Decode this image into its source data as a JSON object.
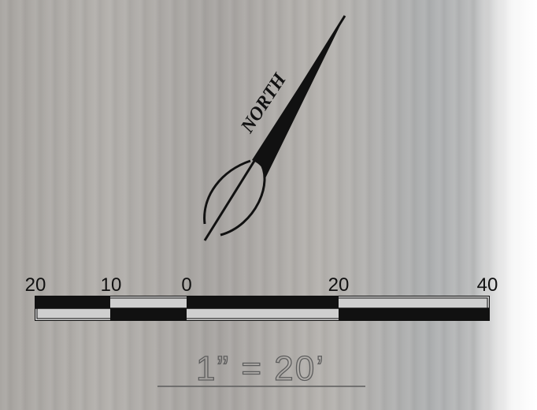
{
  "north_arrow": {
    "label": "NORTH",
    "icon": "north-arrow-icon"
  },
  "scale_bar": {
    "tick_labels": [
      "20",
      "10",
      "0",
      "20",
      "40"
    ],
    "ratio_text": "1” = 20’"
  },
  "colors": {
    "ink": "#111111",
    "scale_text": "#5d5d5d"
  }
}
